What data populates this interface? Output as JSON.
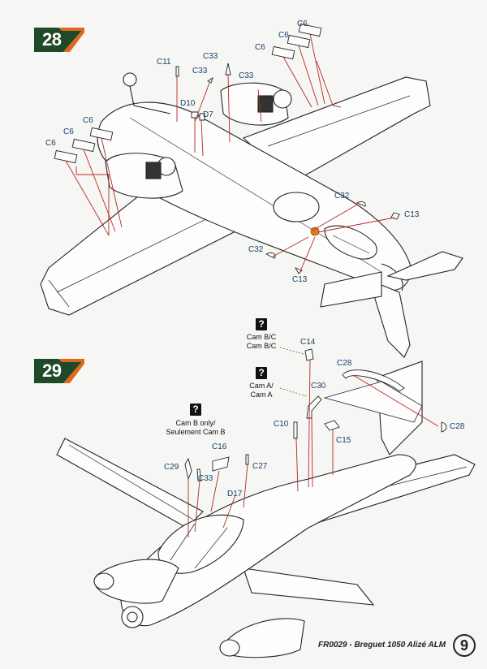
{
  "steps": [
    {
      "number": "28"
    },
    {
      "number": "29"
    }
  ],
  "parts_step28": {
    "C6_a": "C6",
    "C6_b": "C6",
    "C6_c": "C6",
    "C6_d": "C6",
    "C6_e": "C6",
    "C6_f": "C6",
    "C11": "C11",
    "C33_a": "C33",
    "C33_b": "C33",
    "C33_c": "C33",
    "D10": "D10",
    "D7": "D7",
    "C32_a": "C32",
    "C32_b": "C32",
    "C13_a": "C13",
    "C13_b": "C13"
  },
  "parts_step29": {
    "C14": "C14",
    "C28_a": "C28",
    "C28_b": "C28",
    "C30": "C30",
    "C10": "C10",
    "C15": "C15",
    "C16": "C16",
    "C29": "C29",
    "C33": "C33",
    "C27": "C27",
    "D17": "D17"
  },
  "notes": {
    "q1_line1": "Cam B/C",
    "q1_line2": "Cam B/C",
    "q2_line1": "Cam A/",
    "q2_line2": "Cam A",
    "q3_line1": "Cam B only/",
    "q3_line2": "Seulement Cam B",
    "question_mark": "?"
  },
  "footer": {
    "title": "FR0029 - Breguet 1050 Alizé ALM",
    "page_number": "9"
  },
  "colors": {
    "badge_green": "#1f4a2a",
    "badge_orange": "#e0681c",
    "label_blue": "#16406b",
    "leader_red": "#b52a22"
  }
}
